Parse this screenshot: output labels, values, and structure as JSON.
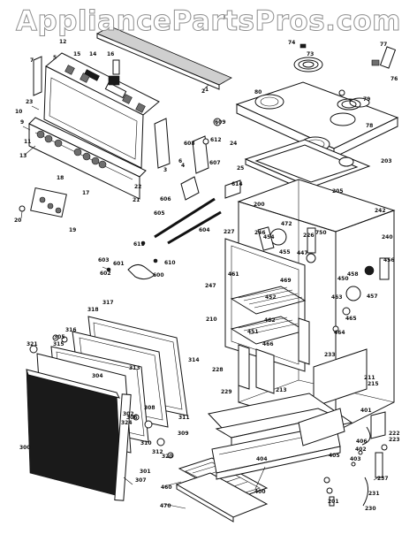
{
  "watermark": "AppliancePartsPros.com",
  "part_numbers": {
    "p1": "1",
    "p2": "2",
    "p3": "3",
    "p4": "4",
    "p5": "5",
    "p6": "6",
    "p7": "7",
    "p9": "9",
    "p10": "10",
    "p11": "11",
    "p12": "12",
    "p13": "13",
    "p14": "14",
    "p15": "15",
    "p16": "16",
    "p17": "17",
    "p18": "18",
    "p19": "19",
    "p20": "20",
    "p21": "21",
    "p22": "22",
    "p23": "23",
    "p24": "24",
    "p25": "25",
    "p73": "73",
    "p74": "74",
    "p76": "76",
    "p77": "77",
    "p78": "78",
    "p79": "79",
    "p80": "80",
    "p200": "200",
    "p201": "201",
    "p203": "203",
    "p205": "205",
    "p210": "210",
    "p211": "211",
    "p213": "213",
    "p215": "215",
    "p222": "222",
    "p223": "223",
    "p226": "226",
    "p227": "227",
    "p228": "228",
    "p229": "229",
    "p230": "230",
    "p231": "231",
    "p233": "233",
    "p237": "237",
    "p240": "240",
    "p242": "242",
    "p246": "246",
    "p247": "247",
    "p300": "300",
    "p301": "301",
    "p302": "302",
    "p304": "304",
    "p305": "305",
    "p306": "306",
    "p307": "307",
    "p308": "308",
    "p309": "309",
    "p310": "310",
    "p311": "311",
    "p312": "312",
    "p313": "313",
    "p314": "314",
    "p315": "315",
    "p316": "316",
    "p317": "317",
    "p318": "318",
    "p320": "320",
    "p321": "321",
    "p324": "324",
    "p400": "400",
    "p401": "401",
    "p402": "402",
    "p403": "403",
    "p404": "404",
    "p405": "405",
    "p406": "406",
    "p447": "447",
    "p450": "450",
    "p451": "451",
    "p452": "452",
    "p454": "454",
    "p455": "455",
    "p456": "456",
    "p457": "457",
    "p458": "458",
    "p460": "460",
    "p461": "461",
    "p462": "462",
    "p463": "463",
    "p464": "464",
    "p465": "465",
    "p466": "466",
    "p469": "469",
    "p470": "470",
    "p472": "472",
    "p600": "600",
    "p601": "601",
    "p602": "602",
    "p603": "603",
    "p604": "604",
    "p605": "605",
    "p606": "606",
    "p607": "607",
    "p608": "608",
    "p609": "609",
    "p610": "610",
    "p611": "611",
    "p612": "612",
    "p614": "614",
    "p750": "750"
  }
}
